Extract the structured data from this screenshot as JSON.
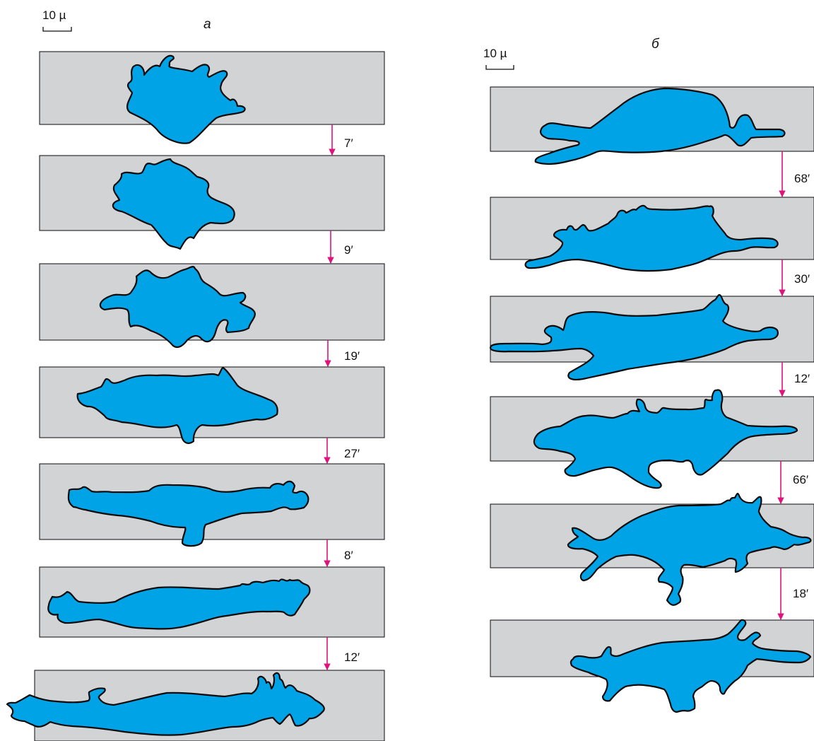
{
  "colors": {
    "strip": "#d2d3d5",
    "cell": "#00a3e6",
    "outline": "#0a0a0a",
    "arrow": "#e0137e"
  },
  "panels": [
    {
      "label": "a",
      "scale_bar": "10 µ",
      "intervals": [
        "7′",
        "9′",
        "19′",
        "27′",
        "8′",
        "12′"
      ]
    },
    {
      "label": "б",
      "scale_bar": "10 µ",
      "intervals": [
        "68′",
        "30′",
        "12′",
        "66′",
        "18′"
      ]
    }
  ]
}
